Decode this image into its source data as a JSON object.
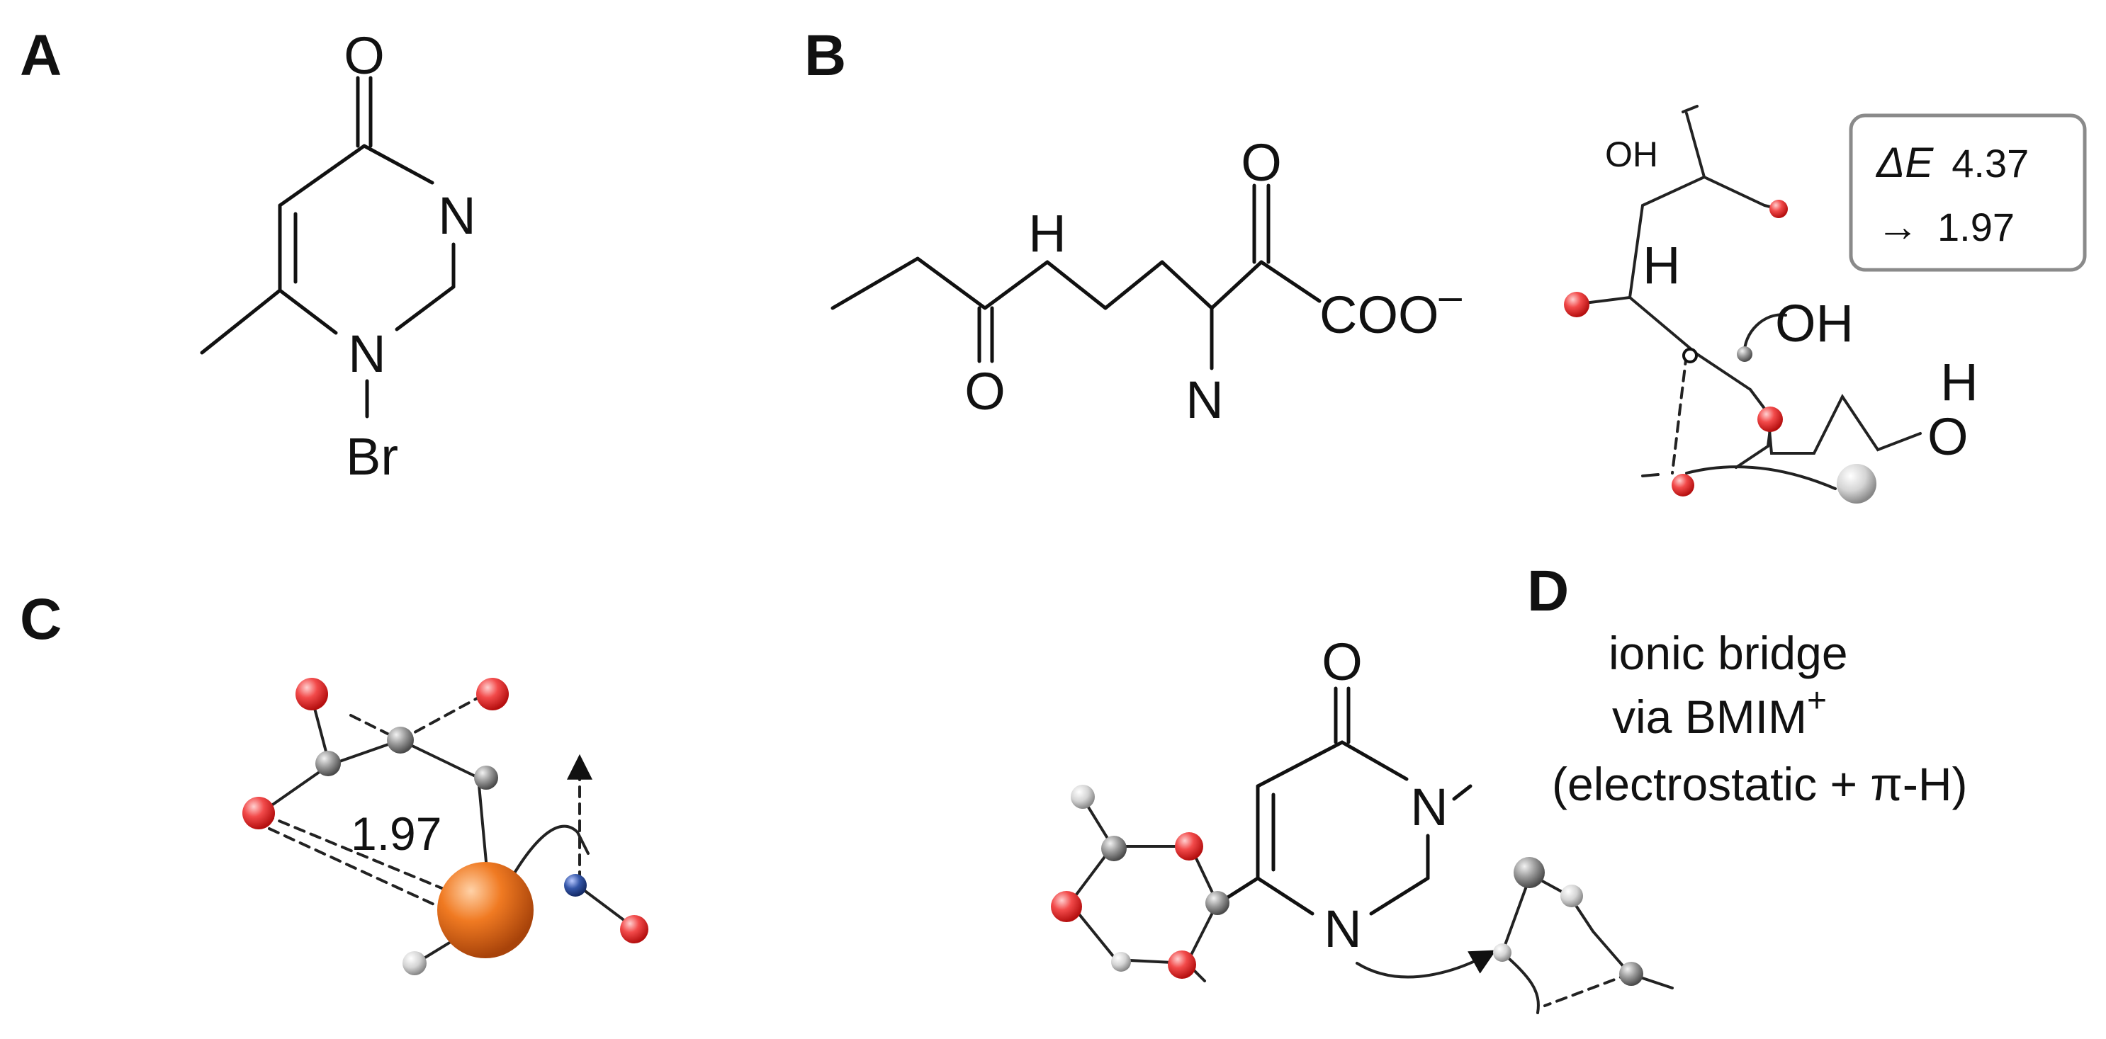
{
  "panels": {
    "a": {
      "label": "A",
      "o": "O",
      "n_top": "N",
      "n_bottom": "N",
      "br": "Br"
    },
    "b": {
      "label": "B",
      "h": "H",
      "o_top": "O",
      "coo": "COO",
      "charge": "–",
      "o_bottom": "O",
      "n": "N",
      "oh_small": "OH",
      "h_model": "H",
      "oh_model": "OH",
      "h_right": "H",
      "o_right": "O",
      "energy_delta": "ΔE",
      "energy_before": "4.37",
      "arrow": "→",
      "energy_after": "1.97"
    },
    "c": {
      "label": "C",
      "distance": "1.97"
    },
    "d": {
      "label": "D",
      "o": "O",
      "n_top": "N",
      "n_bottom": "N",
      "title_line1": "ionic bridge",
      "title_line2": "via BMIM",
      "title_sup": "+",
      "title_line3": "(electrostatic + π-H)"
    }
  },
  "colors": {
    "oxygen": "#ef3b3b",
    "carbon": "#8f8f8f",
    "hydrogen": "#d6d6d6",
    "nitrogen": "#2c4f9c",
    "metal": "#e8741f",
    "box_border": "#8a8a8a"
  }
}
